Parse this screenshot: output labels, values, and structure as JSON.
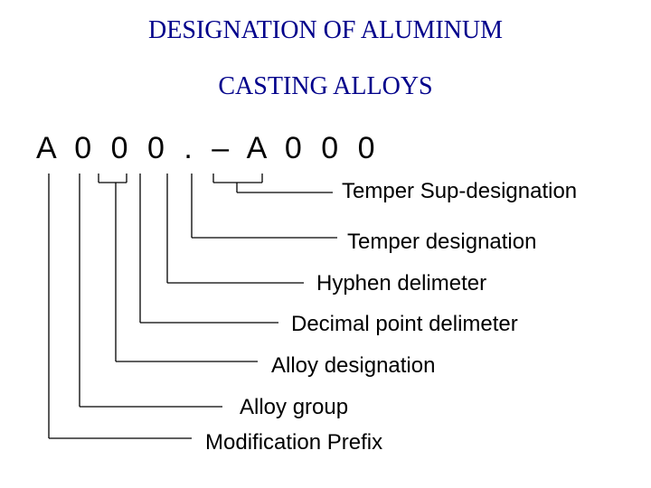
{
  "title": {
    "line1": "DESIGNATION OF ALUMINUM",
    "line2": "CASTING ALLOYS"
  },
  "designation_code": "A 0 0 0 . – A 0 0 0",
  "labels": [
    "Temper Sup-designation",
    "Temper designation",
    "Hyphen delimeter",
    "Decimal point delimeter",
    "Alloy designation",
    "Alloy group",
    "Modification Prefix"
  ],
  "colors": {
    "title": "#00008b",
    "text": "#000000",
    "background": "#ffffff"
  }
}
